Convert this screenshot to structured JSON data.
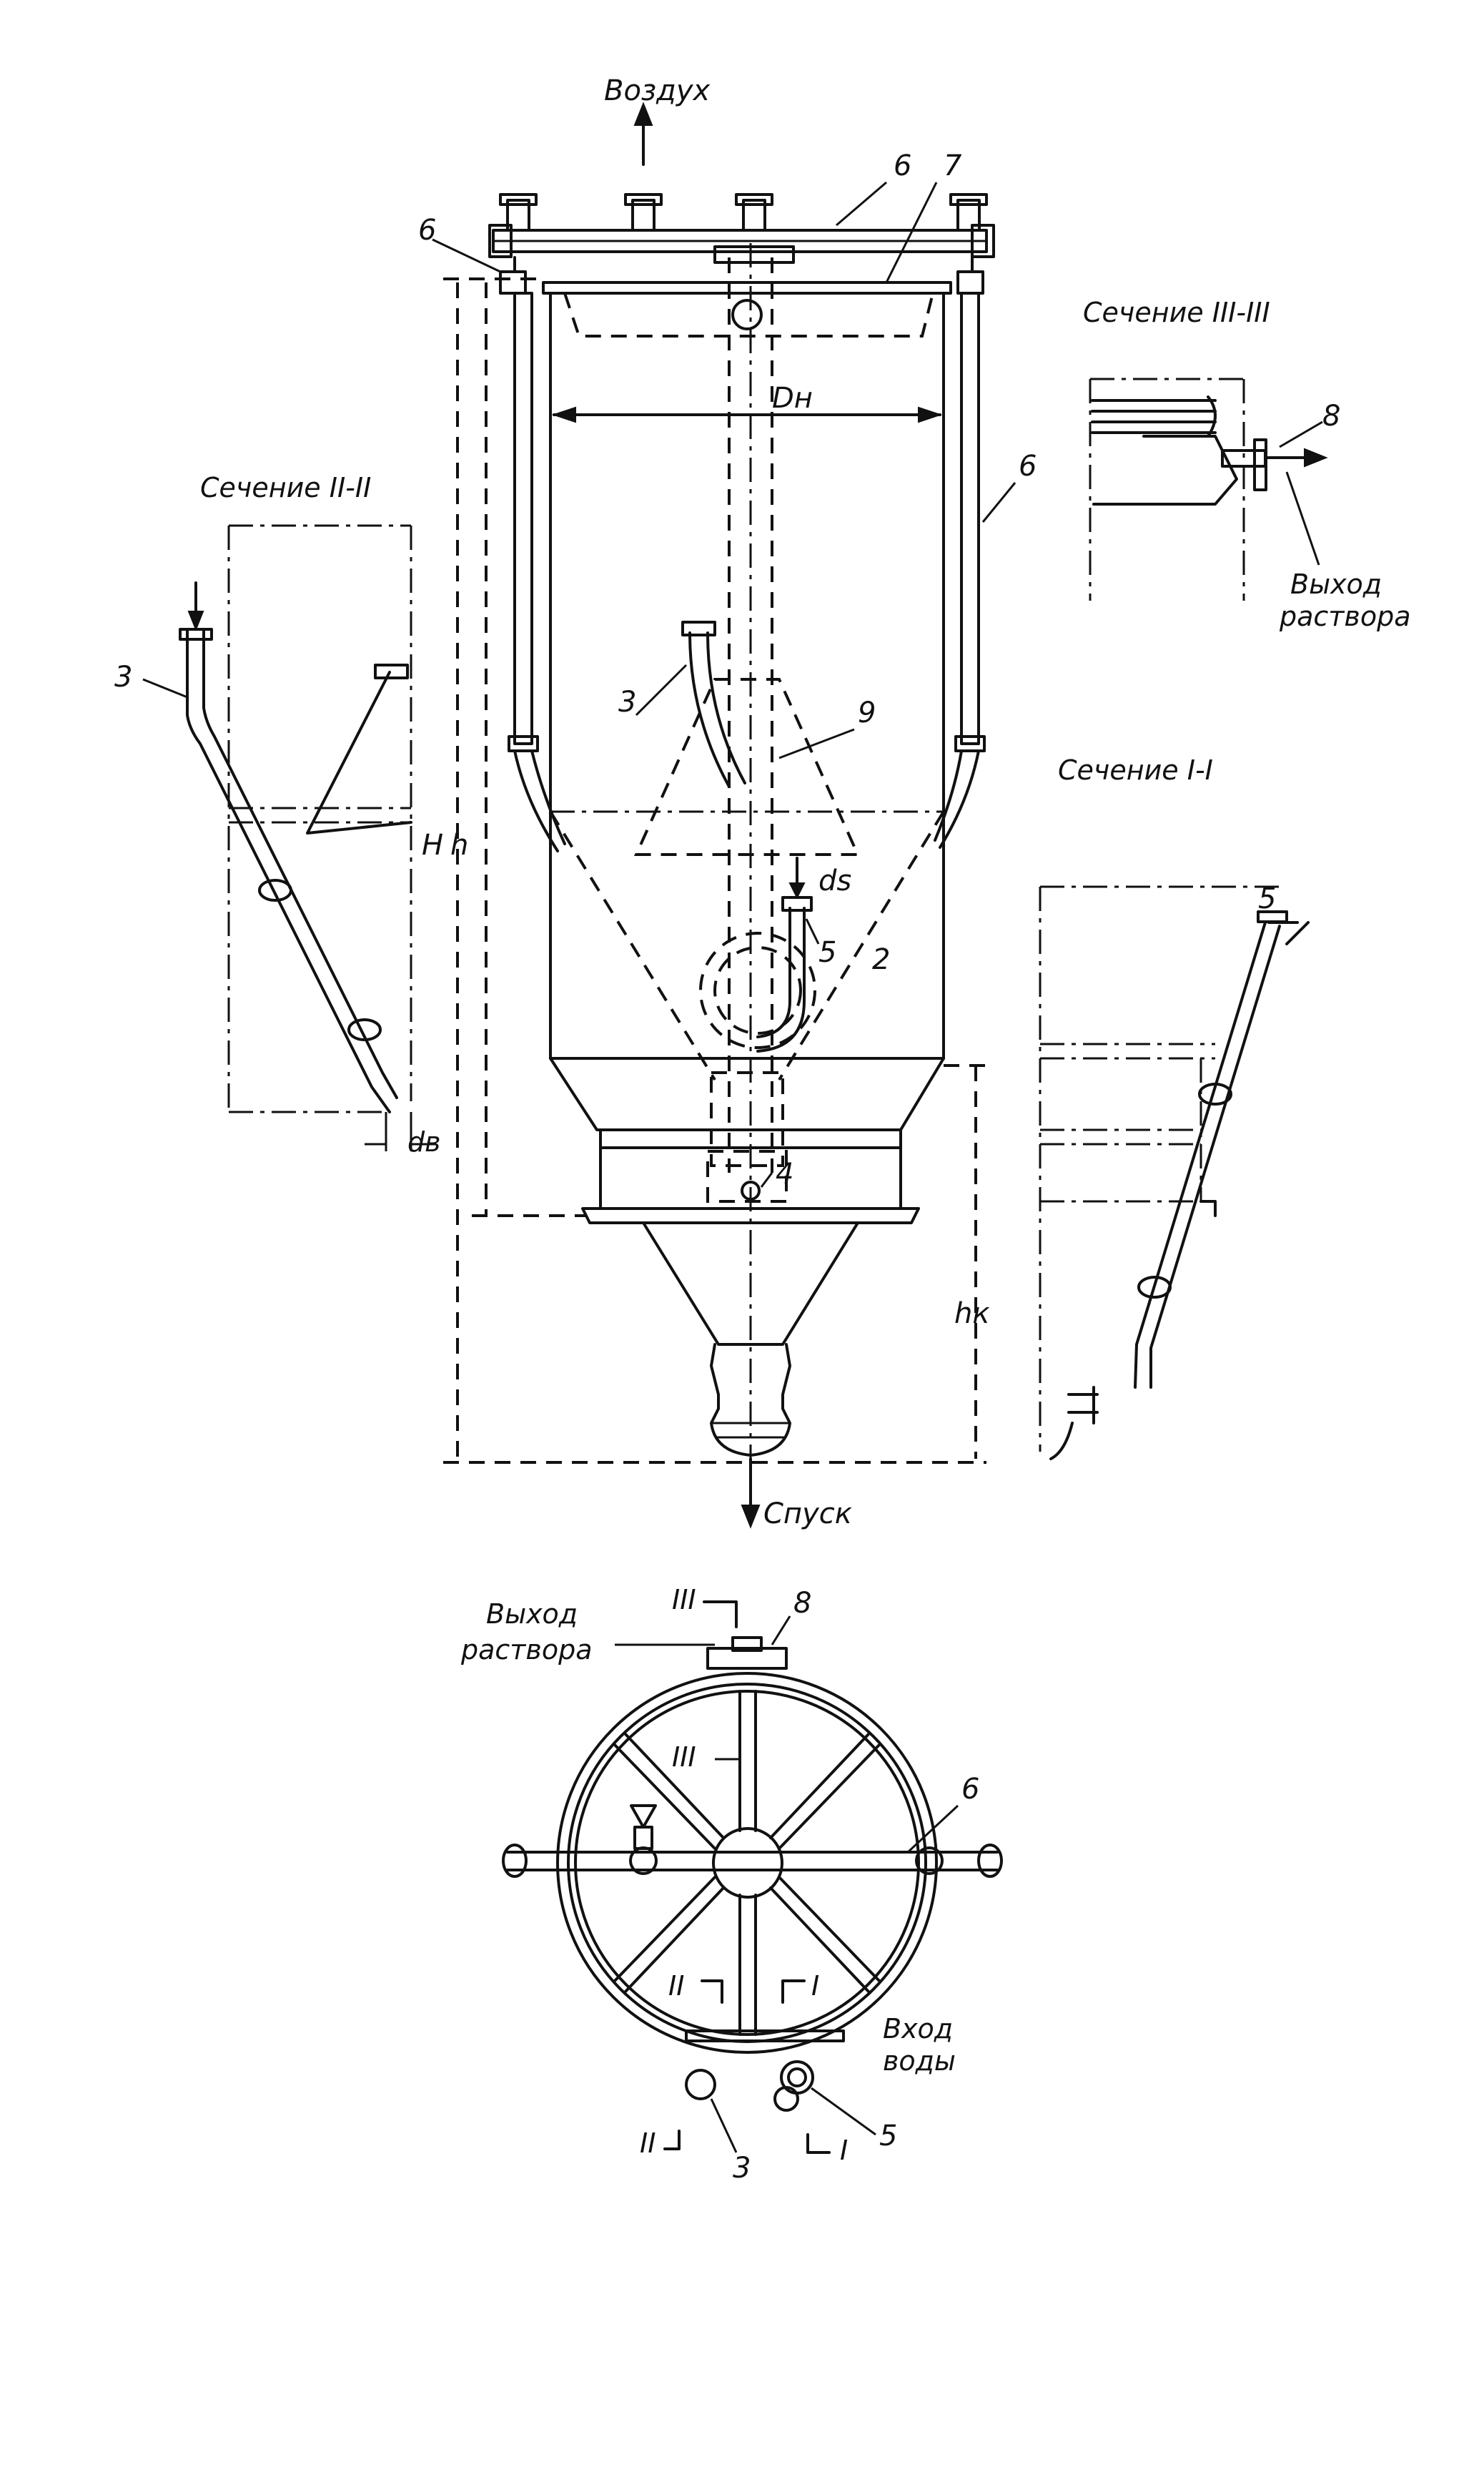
{
  "labels": {
    "air": "Воздух",
    "section3": "Сечение III-III",
    "section2": "Сечение II-II",
    "section1": "Сечение I-I",
    "outlet_line1": "Выход",
    "outlet_line2": "раствора",
    "drain": "Спуск",
    "inlet_line1": "Вход",
    "inlet_line2": "воды",
    "dim_D": "Dн",
    "dim_H": "H",
    "dim_h": "h",
    "dim_hk": "hк",
    "dim_ds": "ds",
    "dim_db": "dв",
    "sec_mark_III": "III",
    "sec_mark_II": "II",
    "sec_mark_I": "I"
  },
  "callouts": [
    "6",
    "7",
    "6",
    "6",
    "3",
    "3",
    "9",
    "5",
    "2",
    "4",
    "8",
    "5",
    "8",
    "6",
    "3",
    "5"
  ]
}
